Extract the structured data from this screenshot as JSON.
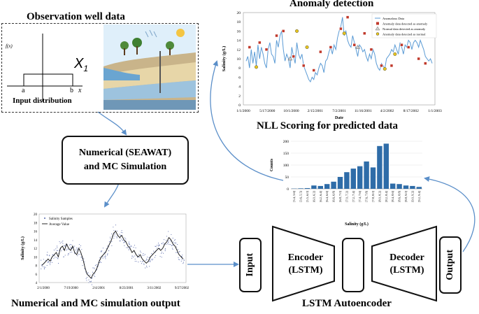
{
  "titles": {
    "observation": "Observation well data",
    "anomaly": "Anomaly detection",
    "nll": "NLL Scoring for predicted data",
    "simulation_output": "Numerical and MC simulation output",
    "autoencoder": "LSTM Autoencoder"
  },
  "observation_panel": {
    "fx_label": "f(x)",
    "tick_a": "a",
    "tick_b": "b",
    "axis_x": "x",
    "variable": "X",
    "variable_sub": "1",
    "caption": "Input distribution"
  },
  "simulation_box": {
    "line1": "Numerical (SEAWAT)",
    "line2": "and MC Simulation"
  },
  "autoencoder": {
    "input": "Input",
    "encoder_line1": "Encoder",
    "encoder_line2": "(LSTM)",
    "decoder_line1": "Decoder",
    "decoder_line2": "(LSTM)",
    "output": "Output"
  },
  "colors": {
    "bar": "#2e6ca8",
    "line": "#5b9bd5",
    "arrow": "#5b8fc9",
    "anomaly_marker": "#c0392b",
    "normal_marker": "#e6c41e"
  },
  "chart_data": [
    {
      "type": "line",
      "title": "Anomaly detection",
      "xlabel": "Date",
      "ylabel": "Salinity (g/L)",
      "ylim": [
        0,
        20
      ],
      "yticks": [
        0,
        2,
        4,
        6,
        8,
        10,
        12,
        14,
        16,
        18,
        20
      ],
      "xticks": [
        "1/1/2000",
        "5/17/2000",
        "10/1/2000",
        "2/15/2001",
        "7/2/2001",
        "11/16/2001",
        "4/2/2002",
        "8/17/2002",
        "1/1/2003"
      ],
      "legend": [
        "Anomalous Data",
        "Anomaly data detected as anomaly",
        "Normal data detected as anomaly",
        "Anomaly data detected as normal"
      ],
      "legend_position": "top-right",
      "series": [
        {
          "name": "Anomalous Data",
          "values": [
            9.5,
            10.5,
            8,
            12,
            9,
            11.5,
            8.5,
            13,
            10,
            12.5,
            11,
            9,
            8,
            12,
            13.5,
            11,
            10.5,
            9,
            14,
            12.5,
            15,
            16,
            12,
            9.5,
            11,
            10,
            8,
            12.5,
            10.5,
            9,
            13.5,
            11,
            10,
            11,
            8.5,
            7.5,
            6.5,
            5.5,
            5,
            6,
            5.5,
            7,
            6.5,
            8,
            9,
            8.5,
            7,
            9.5,
            10,
            11.5,
            12.5,
            11,
            13,
            12,
            14.5,
            16,
            17,
            19,
            15,
            16,
            14,
            13,
            12.5,
            15,
            13.5,
            12,
            10.5,
            13,
            12.5,
            11.5,
            12,
            10.5,
            9.5,
            11,
            10,
            12,
            11,
            9,
            8,
            7.5,
            9,
            8.5,
            7.8,
            10,
            10.5,
            11,
            12,
            11.5,
            13,
            12,
            11,
            13.5,
            12.5,
            11,
            13,
            12.5,
            14,
            13.5,
            12,
            13.5,
            14,
            13.5,
            12.5,
            14,
            13,
            12,
            10.5,
            10,
            9.5,
            10,
            9
          ]
        },
        {
          "name": "Anomaly data detected as anomaly",
          "points": [
            [
              2,
              12.5
            ],
            [
              8,
              13.5
            ],
            [
              12,
              12
            ],
            [
              18,
              15
            ],
            [
              22,
              16
            ],
            [
              28,
              10.5
            ],
            [
              34,
              8.5
            ],
            [
              40,
              7.5
            ],
            [
              44,
              11.5
            ],
            [
              50,
              12.5
            ],
            [
              56,
              16.5
            ],
            [
              60,
              19
            ],
            [
              64,
              13
            ],
            [
              70,
              15.5
            ],
            [
              74,
              12
            ],
            [
              80,
              8.5
            ],
            [
              86,
              8.5
            ],
            [
              92,
              13
            ],
            [
              96,
              12.5
            ],
            [
              102,
              10
            ],
            [
              106,
              9
            ]
          ]
        },
        {
          "name": "Normal data detected as anomaly",
          "points": [
            [
              26,
              10
            ],
            [
              66,
              12.5
            ]
          ]
        },
        {
          "name": "Anomaly data detected as normal",
          "points": [
            [
              6,
              8.2
            ],
            [
              30,
              16
            ],
            [
              36,
              12.5
            ],
            [
              58,
              15.5
            ],
            [
              82,
              7.8
            ],
            [
              88,
              11
            ]
          ]
        }
      ]
    },
    {
      "type": "bar",
      "xlabel": "Salinity (g/L)",
      "ylabel": "Counts",
      "ylim": [
        0,
        200
      ],
      "yticks": [
        0,
        50,
        100,
        150,
        200
      ],
      "categories": [
        "[3.4, 3.6]",
        "[3.6, 5.5]",
        "[5.5, 6.0]",
        "[6.0, 6.2]",
        "[6.2, 6.4]",
        "[6.4, 6.6]",
        "[6.6, 6.8]",
        "[6.8, 7.0]",
        "[7.0, 7.2]",
        "[7.2, 7.4]",
        "[7.4, 7.6]",
        "[7.6, 7.8]",
        "[7.8, 8.0]",
        "[8.0, 8.2]",
        "[8.2, 8.4]",
        "[8.4, 8.6]",
        "[8.6, 8.8]",
        "[8.8, 9.0]",
        "[9.0, 9.2]",
        "[9.2, 9.4]"
      ],
      "values": [
        1,
        2,
        3,
        14,
        12,
        20,
        30,
        50,
        70,
        85,
        95,
        115,
        90,
        180,
        190,
        22,
        20,
        14,
        12,
        8
      ]
    },
    {
      "type": "scatter",
      "xlabel": "",
      "ylabel": "Salinity (g/L)",
      "ylim": [
        4,
        20
      ],
      "yticks": [
        4,
        6,
        8,
        10,
        12,
        14,
        16,
        18,
        20
      ],
      "xticks": [
        "2/1/2000",
        "7/19/2000",
        "2/4/2001",
        "8/23/2001",
        "3/11/2002",
        "9/27/2002"
      ],
      "legend": [
        "Salinity Samples",
        "Average Value"
      ],
      "legend_position": "top-left",
      "series": [
        {
          "name": "Average Value",
          "values": [
            8,
            8.5,
            9,
            9.5,
            9,
            10,
            10.5,
            11,
            10,
            12,
            12.5,
            11.5,
            13,
            12,
            11.5,
            12.5,
            11,
            10.5,
            12,
            11,
            9.5,
            7.5,
            6,
            5.5,
            5,
            6,
            6.5,
            7.5,
            9,
            10,
            10.5,
            11,
            12,
            13,
            14,
            15.5,
            16,
            15,
            14.5,
            15,
            14,
            13.5,
            12.5,
            12,
            11,
            11.5,
            10.5,
            10,
            10.5,
            9.5,
            9,
            8.5,
            9,
            10,
            10.5,
            11,
            11.5,
            12,
            11.5,
            12,
            13,
            13.5,
            14.5,
            14,
            13,
            12.5,
            11.5,
            10.5,
            10,
            9.5
          ]
        },
        {
          "name": "Salinity Samples",
          "spread": 1.6
        }
      ]
    }
  ]
}
